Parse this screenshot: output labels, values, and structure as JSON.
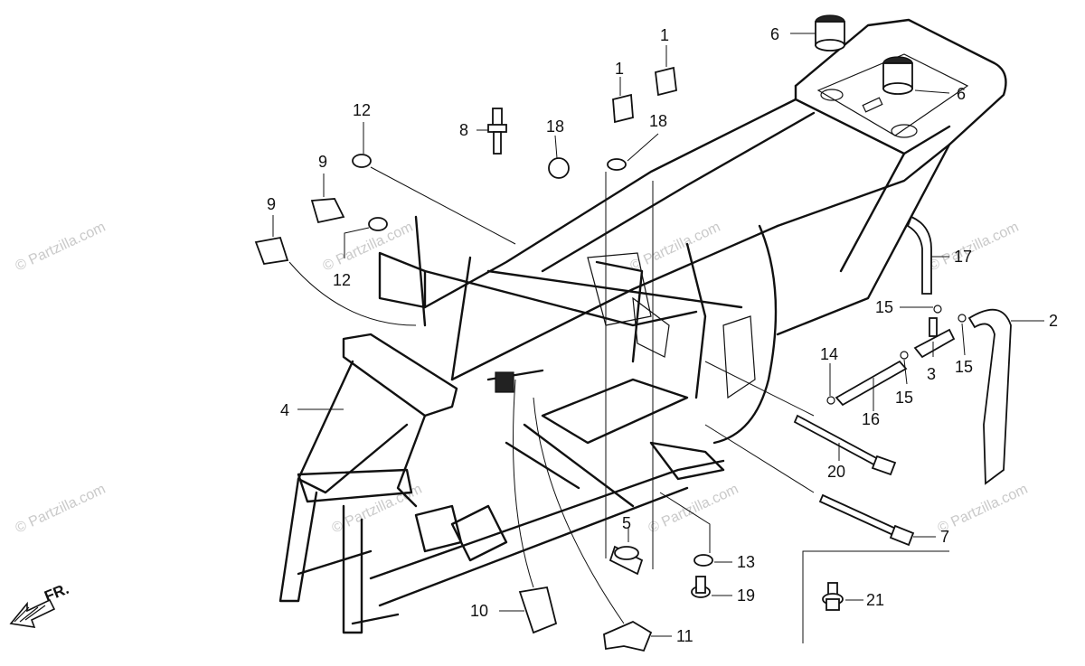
{
  "watermark": "© Partzilla.com",
  "direction_label": "FR.",
  "callouts": {
    "c1a": "1",
    "c1b": "1",
    "c2": "2",
    "c3": "3",
    "c4": "4",
    "c5": "5",
    "c6a": "6",
    "c6b": "6",
    "c7": "7",
    "c8": "8",
    "c9a": "9",
    "c9b": "9",
    "c10": "10",
    "c11": "11",
    "c12a": "12",
    "c12b": "12",
    "c13": "13",
    "c14": "14",
    "c15a": "15",
    "c15b": "15",
    "c15c": "15",
    "c16": "16",
    "c17": "17",
    "c18a": "18",
    "c18b": "18",
    "c19": "19",
    "c20": "20",
    "c21": "21"
  }
}
